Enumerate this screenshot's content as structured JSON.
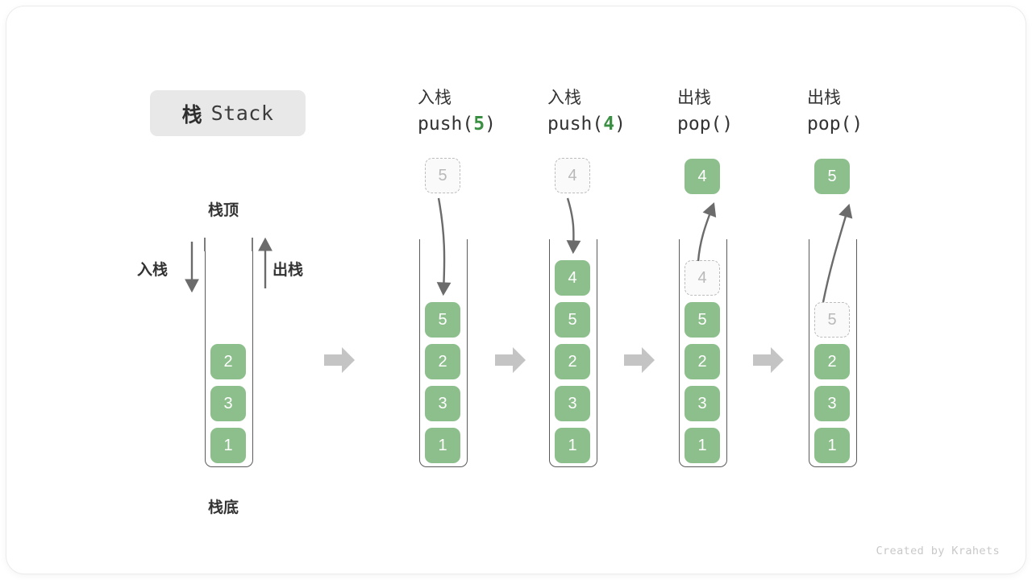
{
  "title": {
    "cn": "栈",
    "en": "Stack"
  },
  "left_diagram": {
    "top_label": "栈顶",
    "bottom_label": "栈底",
    "push_label": "入栈",
    "pop_label": "出栈",
    "cells": [
      "2",
      "3",
      "1"
    ]
  },
  "steps": [
    {
      "op_cn": "入栈",
      "op_fn": "push(",
      "op_arg": "5",
      "op_fn_end": ")",
      "float_cell": "5",
      "float_style": "ghost",
      "arrow": "down",
      "cells": [
        "5",
        "2",
        "3",
        "1"
      ],
      "ghost_top": null
    },
    {
      "op_cn": "入栈",
      "op_fn": "push(",
      "op_arg": "4",
      "op_fn_end": ")",
      "float_cell": "4",
      "float_style": "ghost",
      "arrow": "down",
      "cells": [
        "4",
        "5",
        "2",
        "3",
        "1"
      ],
      "ghost_top": null
    },
    {
      "op_cn": "出栈",
      "op_fn": "pop(",
      "op_arg": "",
      "op_fn_end": ")",
      "float_cell": "4",
      "float_style": "filled",
      "arrow": "up",
      "cells": [
        "5",
        "2",
        "3",
        "1"
      ],
      "ghost_top": "4"
    },
    {
      "op_cn": "出栈",
      "op_fn": "pop(",
      "op_arg": "",
      "op_fn_end": ")",
      "float_cell": "5",
      "float_style": "filled",
      "arrow": "up",
      "cells": [
        "2",
        "3",
        "1"
      ],
      "ghost_top": "5"
    }
  ],
  "colors": {
    "cell_fill": "#8dbf8c",
    "accent_green": "#3a8f43",
    "chip_bg": "#e8e8e8",
    "arrow_grey": "#c4c4c4",
    "stroke": "#5b5b5b"
  },
  "footer": "Created by Krahets"
}
